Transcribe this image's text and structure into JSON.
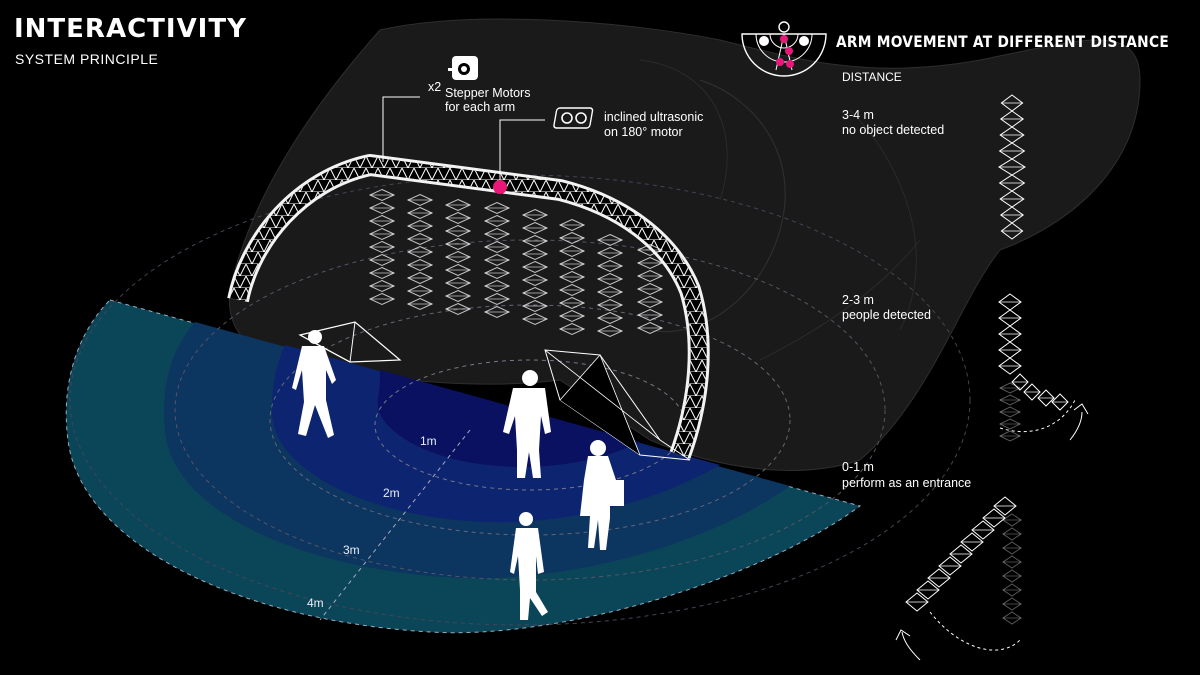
{
  "header": {
    "title": "INTERACTIVITY",
    "subtitle": "SYSTEM PRINCIPLE"
  },
  "callouts": {
    "motor_count": "x2",
    "motor_line1": "Stepper Motors",
    "motor_line2": "for each arm",
    "sensor_line1": "inclined ultrasonic",
    "sensor_line2": "on 180° motor"
  },
  "rings": [
    "1m",
    "2m",
    "3m",
    "4m"
  ],
  "arm_panel": {
    "title": "ARM MOVEMENT AT DIFFERENT DISTANCE",
    "distance_label": "DISTANCE",
    "states": [
      {
        "range": "3-4 m",
        "description": "no object detected"
      },
      {
        "range": "2-3 m",
        "description": "people detected"
      },
      {
        "range": "0-1 m",
        "description": "perform as  an entrance"
      }
    ]
  },
  "colors": {
    "background": "#000000",
    "zone_inner": "#0a0f5a",
    "zone_mid": "#0c2266",
    "zone_outer": "#0c3a66",
    "zone_edge": "#0b4a5e",
    "sensor_dot": "#e8187a",
    "wireframe": "#ffffff",
    "ghost_shape": "#1b1b1b"
  },
  "icons": {
    "motor": "stepper-motor-icon",
    "sensor": "ultrasonic-sensor-icon",
    "arc_diagram": "arm-arc-diagram-icon",
    "rotate": "rotation-arrow-icon"
  }
}
